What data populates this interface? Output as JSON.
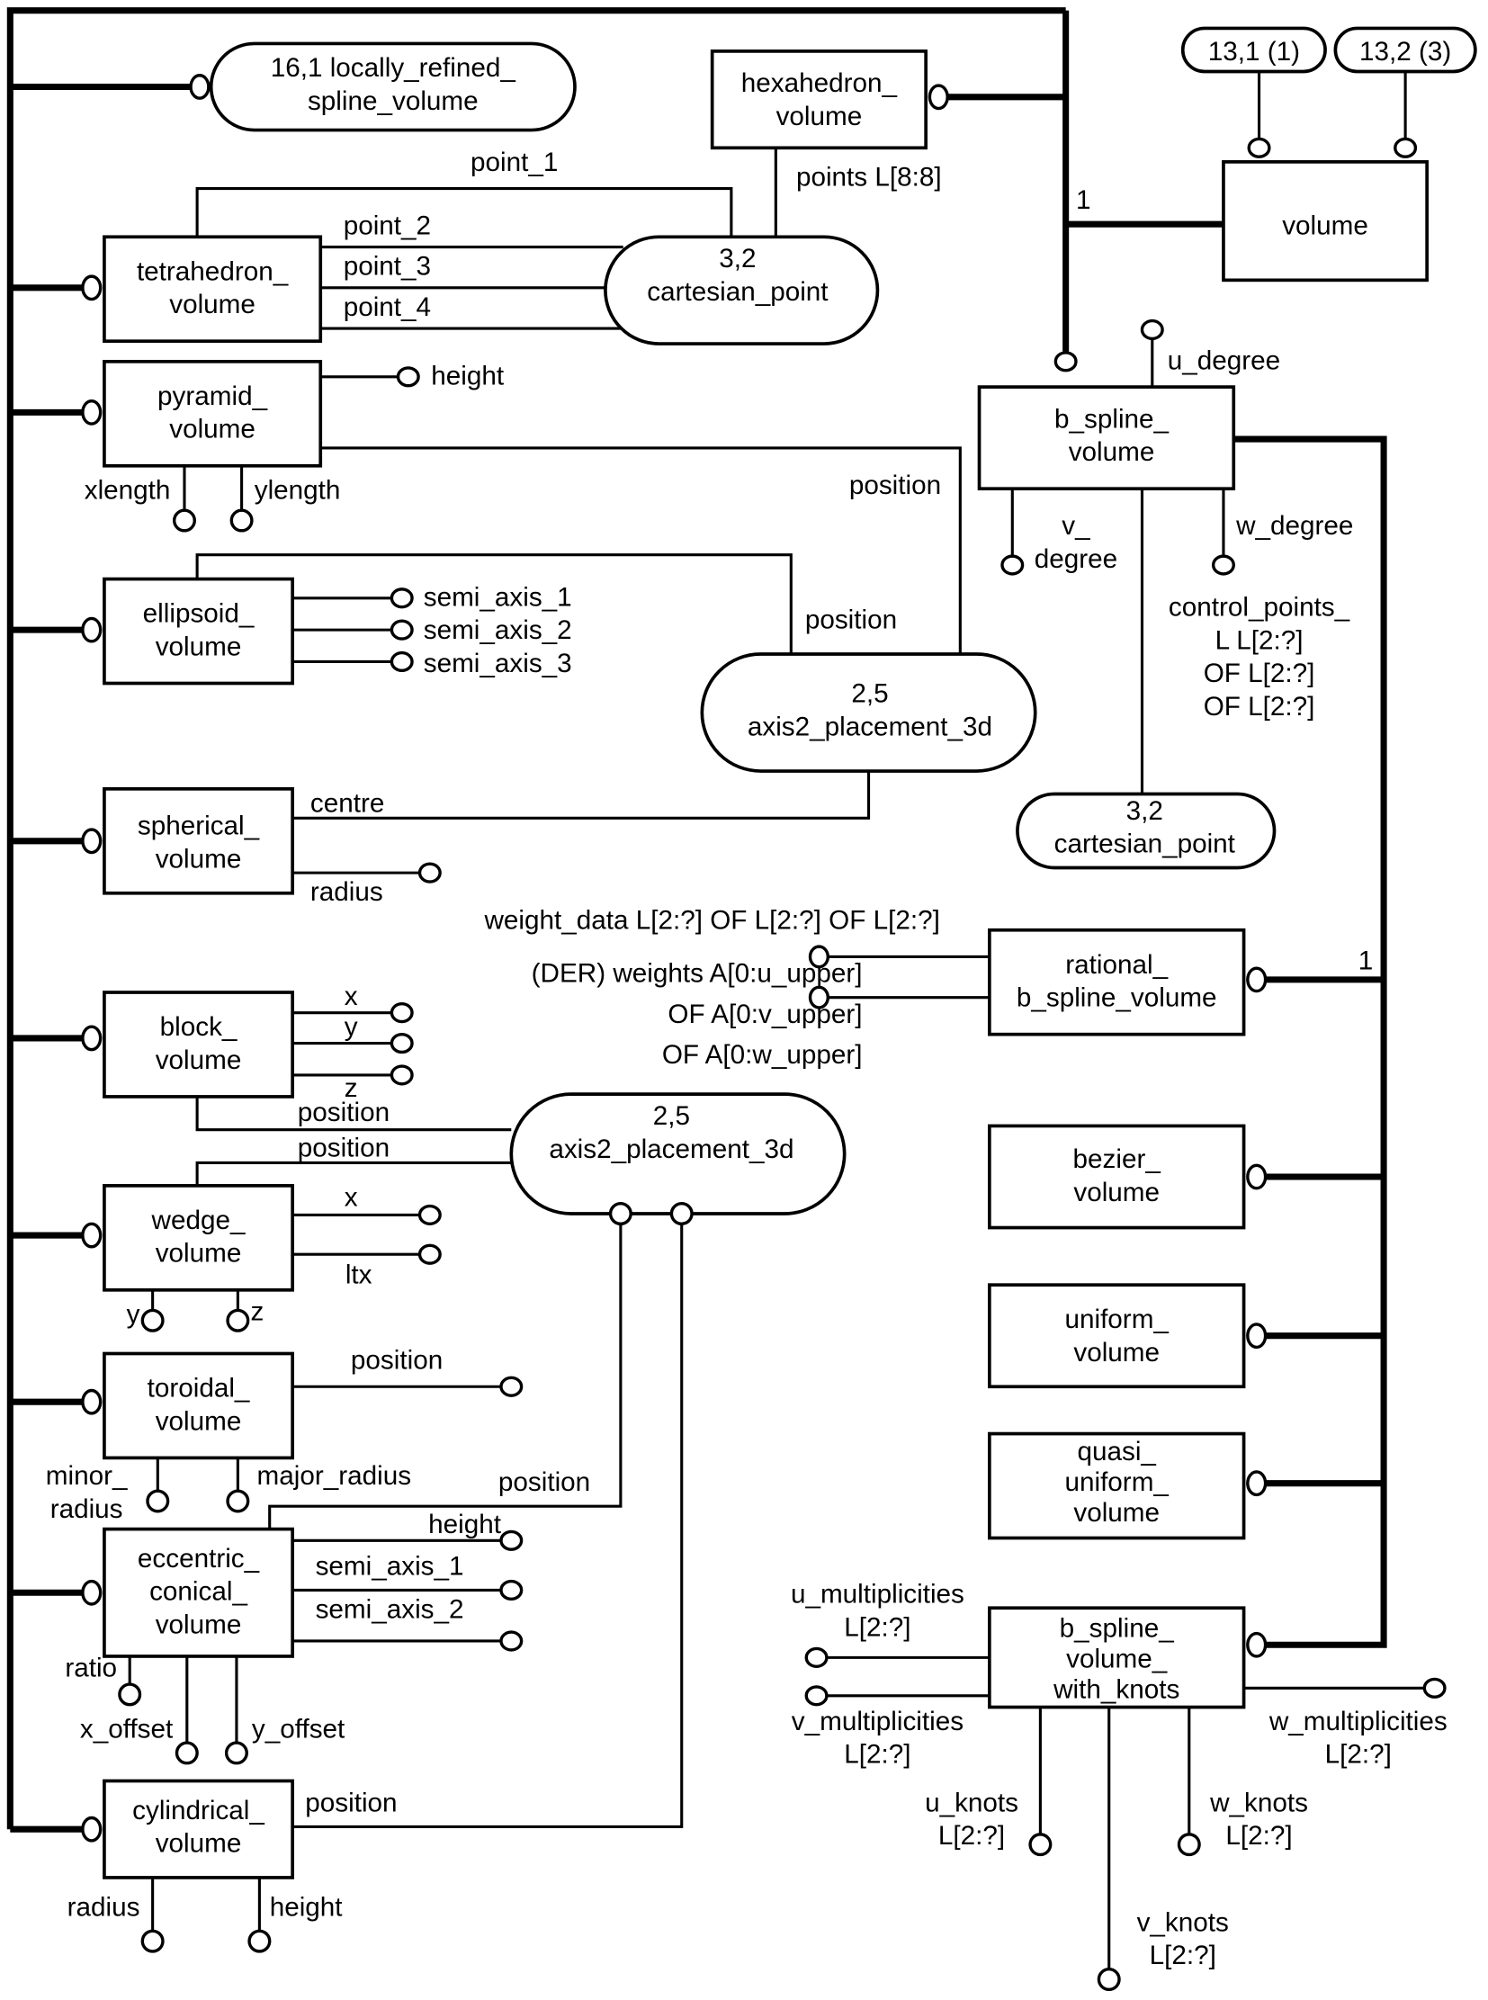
{
  "diagram": {
    "title": "volume EXPRESS-G diagram",
    "line_color": "#000000",
    "background": "#ffffff"
  },
  "entities": {
    "locally_refined": [
      "16,1 locally_refined_",
      "spline_volume"
    ],
    "hexahedron": [
      "hexahedron_",
      "volume"
    ],
    "volume": [
      "volume"
    ],
    "tetrahedron": [
      "tetrahedron_",
      "volume"
    ],
    "pyramid": [
      "pyramid_",
      "volume"
    ],
    "ellipsoid": [
      "ellipsoid_",
      "volume"
    ],
    "spherical": [
      "spherical_",
      "volume"
    ],
    "block": [
      "block_",
      "volume"
    ],
    "wedge": [
      "wedge_",
      "volume"
    ],
    "toroidal": [
      "toroidal_",
      "volume"
    ],
    "eccentric": [
      "eccentric_",
      "conical_",
      "volume"
    ],
    "cylindrical": [
      "cylindrical_",
      "volume"
    ],
    "b_spline": [
      "b_spline_",
      "volume"
    ],
    "rational": [
      "rational_",
      "b_spline_volume"
    ],
    "bezier": [
      "bezier_",
      "volume"
    ],
    "uniform": [
      "uniform_",
      "volume"
    ],
    "quasi": [
      "quasi_",
      "uniform_",
      "volume"
    ],
    "with_knots": [
      "b_spline_",
      "volume_",
      "with_knots"
    ]
  },
  "references": {
    "ref_13_1": "13,1 (1)",
    "ref_13_2": "13,2 (3)",
    "cartesian_point_top": [
      "3,2",
      "cartesian_point"
    ],
    "cartesian_point_right": [
      "3,2",
      "cartesian_point"
    ],
    "axis2_upper": [
      "2,5",
      "axis2_placement_3d"
    ],
    "axis2_lower": [
      "2,5",
      "axis2_placement_3d"
    ]
  },
  "attributes": {
    "points_l88": "points L[8:8]",
    "point_1": "point_1",
    "point_2": "point_2",
    "point_3": "point_3",
    "point_4": "point_4",
    "pyr_height": "height",
    "xlength": "xlength",
    "ylength": "ylength",
    "pyr_position": "position",
    "ell_position": "position",
    "semi_axis_1": "semi_axis_1",
    "semi_axis_2": "semi_axis_2",
    "semi_axis_3": "semi_axis_3",
    "centre": "centre",
    "sph_radius": "radius",
    "block_x": "x",
    "block_y": "y",
    "block_z": "z",
    "block_position": "position",
    "wedge_position": "position",
    "wedge_x": "x",
    "ltx": "ltx",
    "wedge_y": "y",
    "wedge_z": "z",
    "tor_position": "position",
    "minor_radius": [
      "minor_",
      "radius"
    ],
    "major_radius": "major_radius",
    "ecc_position": "position",
    "ecc_height": "height",
    "ecc_semi_1": "semi_axis_1",
    "ecc_semi_2": "semi_axis_2",
    "ratio": "ratio",
    "x_offset": "x_offset",
    "y_offset": "y_offset",
    "cyl_position": "position",
    "cyl_radius": "radius",
    "cyl_height": "height",
    "u_degree": "u_degree",
    "v_degree": [
      "v_",
      "degree"
    ],
    "w_degree": "w_degree",
    "control_points": [
      "control_points_",
      "L L[2:?]",
      "OF L[2:?]",
      "OF L[2:?]"
    ],
    "weight_data": "weight_data L[2:?] OF L[2:?] OF L[2:?]",
    "weights": [
      "(DER) weights A[0:u_upper]",
      "OF A[0:v_upper]",
      "OF A[0:w_upper]"
    ],
    "u_mult": [
      "u_multiplicities",
      "L[2:?]"
    ],
    "v_mult": [
      "v_multiplicities",
      "L[2:?]"
    ],
    "w_mult": [
      "w_multiplicities",
      "L[2:?]"
    ],
    "u_knots": [
      "u_knots",
      "L[2:?]"
    ],
    "v_knots": [
      "v_knots",
      "L[2:?]"
    ],
    "w_knots": [
      "w_knots",
      "L[2:?]"
    ]
  },
  "cardinality": {
    "volume_one": "1",
    "b_spline_one": "1"
  }
}
